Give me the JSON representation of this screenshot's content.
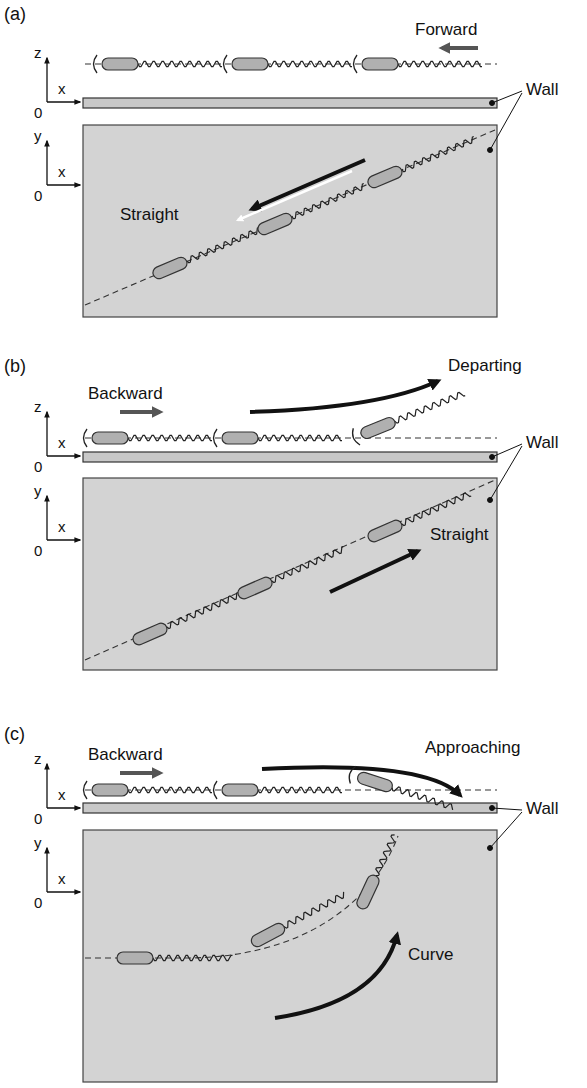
{
  "diagram": {
    "labels": [
      "(a)",
      "z",
      "x",
      "0",
      "Forward",
      "Wall",
      "y",
      "x",
      "0",
      "Straight",
      "(b)",
      "z",
      "Departing",
      "Backward",
      "x",
      "0",
      "Wall",
      "y",
      "x",
      "0",
      "Straight",
      "(c)",
      "z",
      "Backward",
      "Approaching",
      "x",
      "0",
      "Wall",
      "y",
      "x",
      "0",
      "Curve"
    ]
  }
}
